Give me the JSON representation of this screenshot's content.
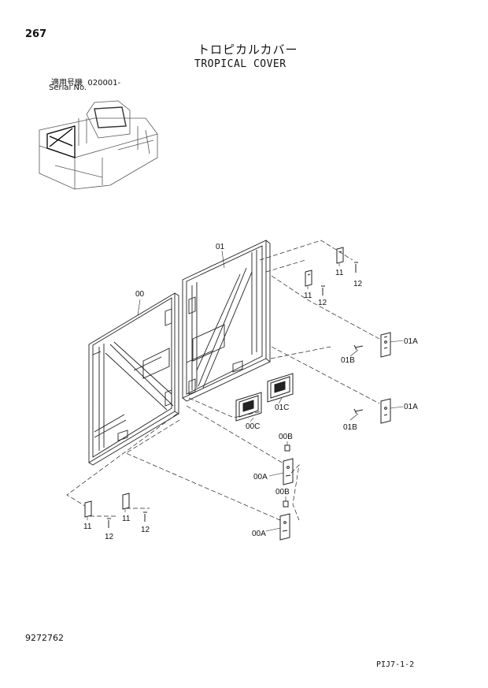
{
  "header": {
    "page_number": "267",
    "title_jp": "トロピカルカバー",
    "title_en": "TROPICAL COVER",
    "serial_label_jp": "適用号機",
    "serial_value": "020001-",
    "serial_label_en": "Serial No."
  },
  "footer": {
    "doc_number": "9272762",
    "page_code": "PIJ7-1-2"
  },
  "callouts": {
    "c00": "00",
    "c01": "01",
    "c01A_top": "01A",
    "c01A_bottom": "01A",
    "c01B_top": "01B",
    "c01B_bottom": "01B",
    "c01C": "01C",
    "c00C": "00C",
    "c00B_top": "00B",
    "c00B_bottom": "00B",
    "c00A_top": "00A",
    "c00A_bottom": "00A",
    "c11_top_a": "11",
    "c12_top_a": "12",
    "c11_top_b": "11",
    "c12_top_b": "12",
    "c11_bot_a": "11",
    "c12_bot_a": "12",
    "c11_bot_b": "11",
    "c12_bot_b": "12"
  }
}
